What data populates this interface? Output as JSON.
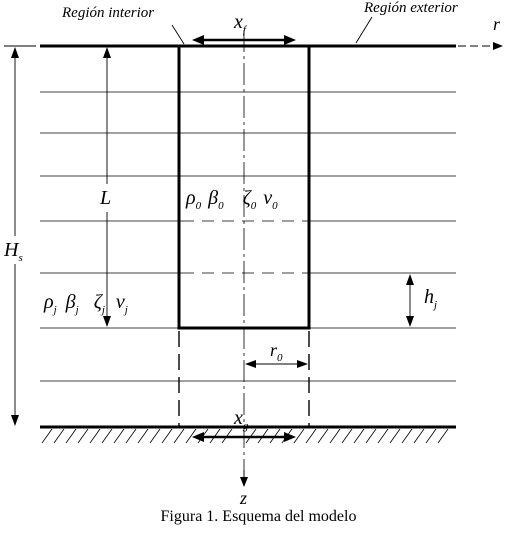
{
  "labels": {
    "region_inner": "Región interior",
    "region_outer": "Región exterior",
    "r_axis": "r",
    "z_axis": "z",
    "xf": "x",
    "xf_sub": "f",
    "xg": "x",
    "xg_sub": "g",
    "L": "L",
    "Hs": "H",
    "Hs_sub": "s",
    "hj": "h",
    "hj_sub": "j",
    "r0": "r",
    "r0_sub": "0",
    "inner_props": {
      "rho": "ρ",
      "rho_sub": "0",
      "beta": "β",
      "beta_sub": "0",
      "zeta": "ζ",
      "zeta_sub": "0",
      "nu": "ν",
      "nu_sub": "0"
    },
    "layer_props": {
      "rho": "ρ",
      "rho_sub": "j",
      "beta": "β",
      "beta_sub": "j",
      "zeta": "ζ",
      "zeta_sub": "j",
      "nu": "ν",
      "nu_sub": "j"
    }
  },
  "caption": "Figura 1. Esquema del modelo"
}
